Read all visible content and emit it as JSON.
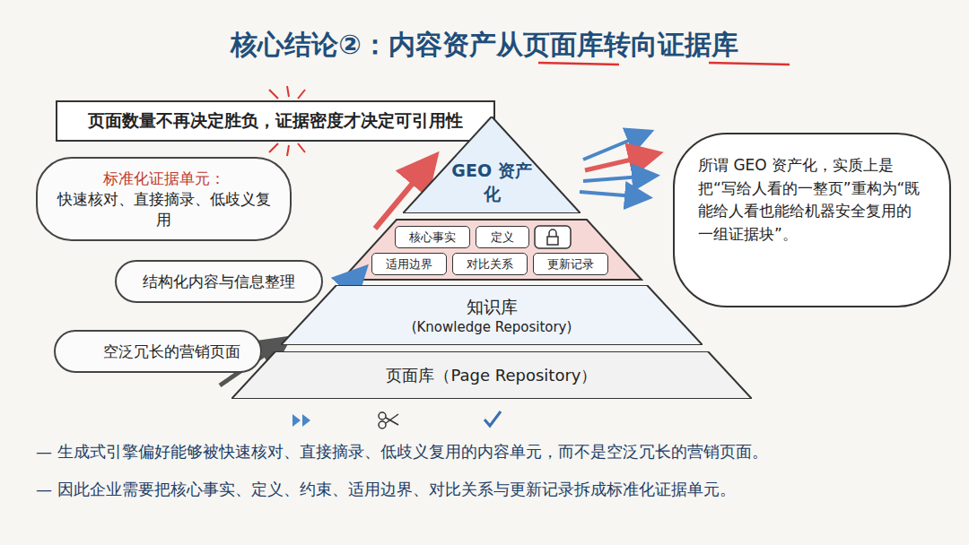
{
  "diagram": {
    "title": "核心结论②：内容资产从页面库转向证据库",
    "nodes": [
      {
        "text": [
          "页面数量不再决定胜负，证据密度才决定可引用性"
        ]
      },
      {
        "text": [
          "标准化证据单元：",
          "快速核对、直接摘录、低歧义复用"
        ]
      },
      {
        "text": [
          "GEO 资产化"
        ]
      },
      {
        "text": [
          "所谓 GEO 资产化，实质上是把“写给人看的一整页”重构为“既能给人看也能给机器安全复用的一组证据块”。"
        ]
      },
      {
        "text": [
          "核心事实"
        ]
      },
      {
        "text": [
          "定义"
        ]
      },
      {
        "text": [
          "适用边界"
        ]
      },
      {
        "text": [
          "对比关系"
        ]
      },
      {
        "text": [
          "更新记录"
        ]
      },
      {
        "text": [
          "结构化内容与信息整理"
        ]
      },
      {
        "text": [
          "知识库",
          "(Knowledge Repository)"
        ]
      },
      {
        "text": [
          "空泛冗长的营销页面"
        ]
      },
      {
        "text": [
          "页面库（Page Repository）"
        ]
      }
    ],
    "labels": [
      "— 生成式引擎偏好能够被快速核对、直接摘录、低歧义复用的内容单元，而不是空泛冗长的营销页面。",
      "— 因此企业需要把核心事实、定义、约束、适用边界、对比关系与更新记录拆成标准化证据单元。"
    ]
  }
}
